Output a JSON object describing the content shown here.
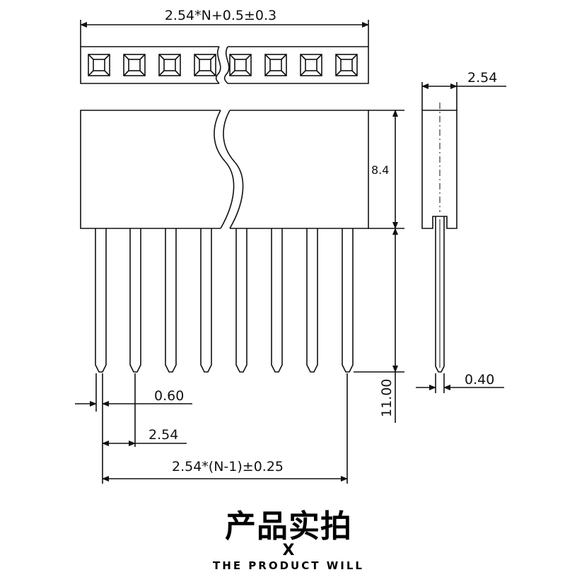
{
  "dimensions": {
    "top_width": "2.54*N+0.5±0.3",
    "side_width": "2.54",
    "body_height": "8.4",
    "pin_length": "11.00",
    "pin_thickness": "0.40",
    "pin_width": "0.60",
    "pitch": "2.54",
    "total_span": "2.54*(N-1)±0.25"
  },
  "footer": {
    "title": "产品实拍",
    "divider": "X",
    "subtitle": "THE PRODUCT WILL"
  }
}
